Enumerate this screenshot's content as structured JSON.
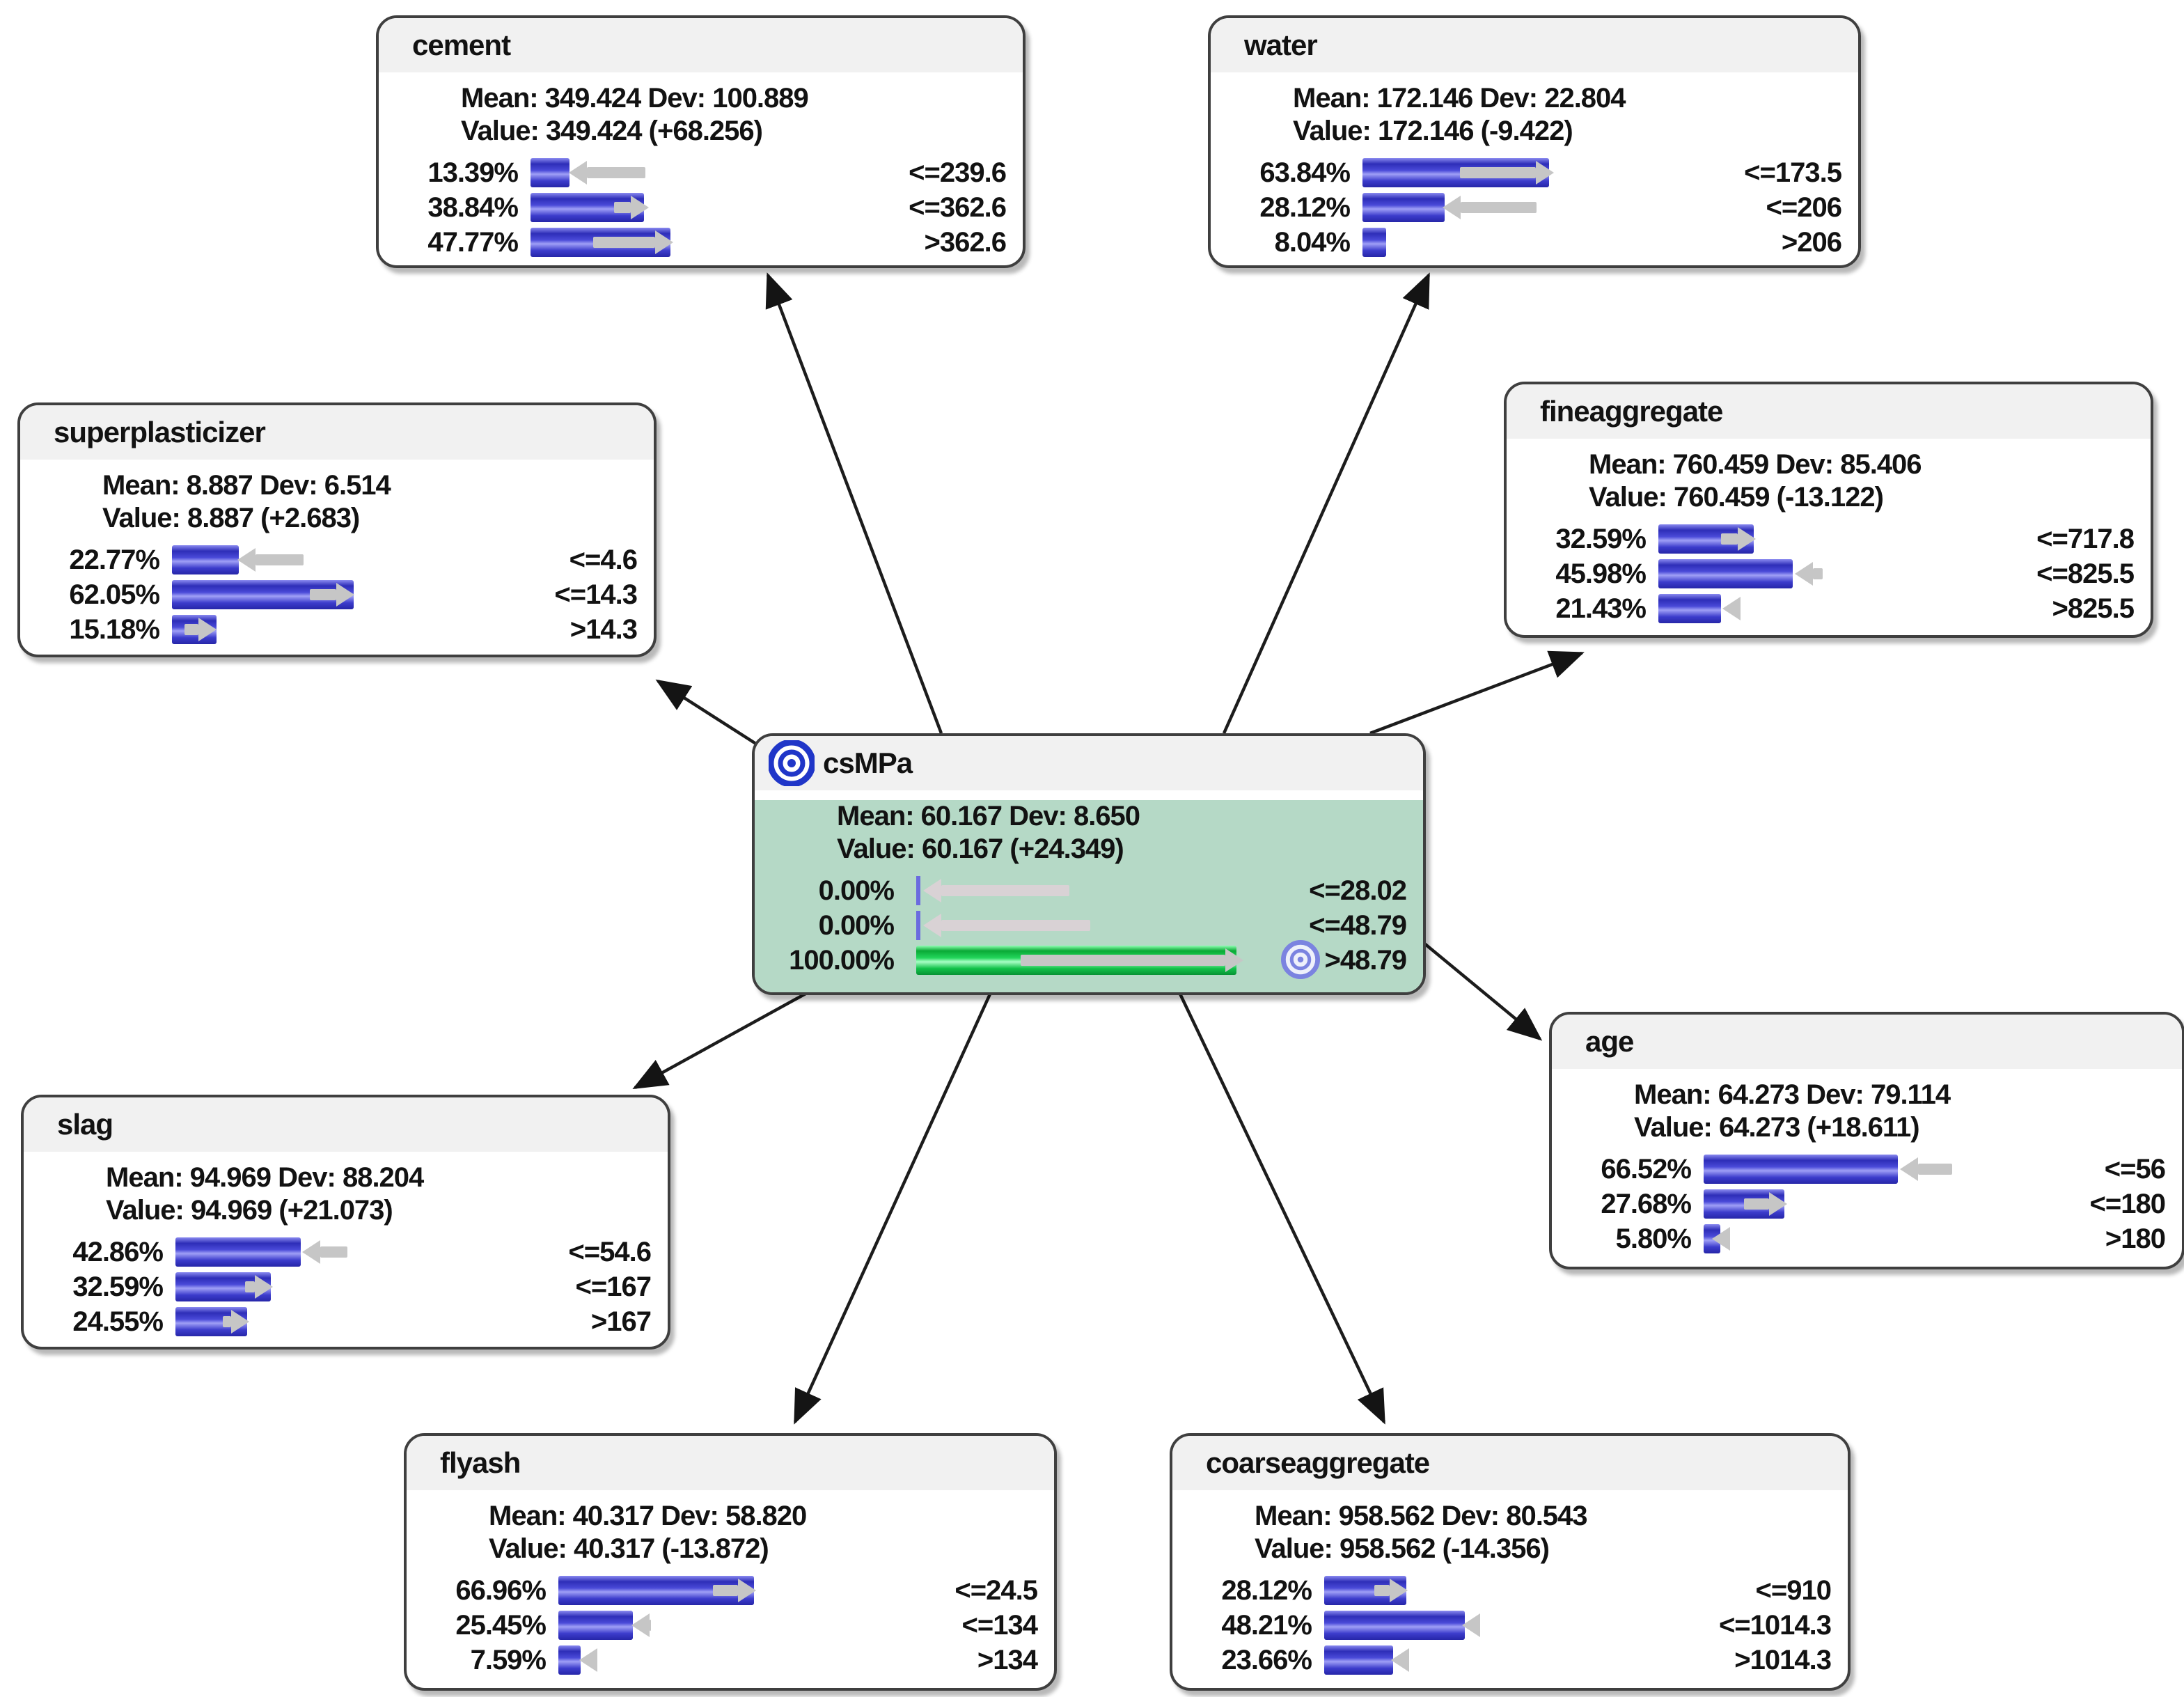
{
  "network": {
    "target_node": "csMPa",
    "nodes": [
      {
        "id": "cement",
        "title": "cement",
        "mean": 349.424,
        "dev": 100.889,
        "value": 349.424,
        "value_delta": "+68.256",
        "mean_line": "Mean: 349.424 Dev: 100.889",
        "value_line": "Value: 349.424 (+68.256)",
        "states": [
          {
            "pct": "13.39%",
            "pct_value": 13.39,
            "label": "<=239.6",
            "delta_arrow": {
              "dir": "left",
              "from": 55,
              "len": 110
            }
          },
          {
            "pct": "38.84%",
            "pct_value": 38.84,
            "label": "<=362.6",
            "delta_arrow": {
              "dir": "right",
              "from": 120,
              "len": 50
            }
          },
          {
            "pct": "47.77%",
            "pct_value": 47.77,
            "label": ">362.6",
            "delta_arrow": {
              "dir": "right",
              "from": 90,
              "len": 115
            }
          }
        ]
      },
      {
        "id": "water",
        "title": "water",
        "mean": 172.146,
        "dev": 22.804,
        "value": 172.146,
        "value_delta": "-9.422",
        "mean_line": "Mean: 172.146 Dev: 22.804",
        "value_line": "Value: 172.146 (-9.422)",
        "states": [
          {
            "pct": "63.84%",
            "pct_value": 63.84,
            "label": "<=173.5",
            "delta_arrow": {
              "dir": "right",
              "from": 140,
              "len": 135
            }
          },
          {
            "pct": "28.12%",
            "pct_value": 28.12,
            "label": "<=206",
            "delta_arrow": {
              "dir": "left",
              "from": 115,
              "len": 135
            }
          },
          {
            "pct": "8.04%",
            "pct_value": 8.04,
            "label": ">206",
            "delta_arrow": null
          }
        ]
      },
      {
        "id": "superplasticizer",
        "title": "superplasticizer",
        "mean": 8.887,
        "dev": 6.514,
        "value": 8.887,
        "value_delta": "+2.683",
        "mean_line": "Mean: 8.887 Dev: 6.514",
        "value_line": "Value: 8.887 (+2.683)",
        "states": [
          {
            "pct": "22.77%",
            "pct_value": 22.77,
            "label": "<=4.6",
            "delta_arrow": {
              "dir": "left",
              "from": 94,
              "len": 95
            }
          },
          {
            "pct": "62.05%",
            "pct_value": 62.05,
            "label": "<=14.3",
            "delta_arrow": {
              "dir": "right",
              "from": 198,
              "len": 64
            }
          },
          {
            "pct": "15.18%",
            "pct_value": 15.18,
            "label": ">14.3",
            "delta_arrow": {
              "dir": "right",
              "from": 18,
              "len": 46
            }
          }
        ]
      },
      {
        "id": "fineaggregate",
        "title": "fineaggregate",
        "mean": 760.459,
        "dev": 85.406,
        "value": 760.459,
        "value_delta": "-13.122",
        "mean_line": "Mean: 760.459 Dev: 85.406",
        "value_line": "Value: 760.459 (-13.122)",
        "states": [
          {
            "pct": "32.59%",
            "pct_value": 32.59,
            "label": "<=717.8",
            "delta_arrow": {
              "dir": "right",
              "from": 90,
              "len": 50
            }
          },
          {
            "pct": "45.98%",
            "pct_value": 45.98,
            "label": "<=825.5",
            "delta_arrow": {
              "dir": "left",
              "from": 196,
              "len": 40
            }
          },
          {
            "pct": "21.43%",
            "pct_value": 21.43,
            "label": ">825.5",
            "delta_arrow": {
              "dir": "left",
              "from": 92,
              "len": 22
            }
          }
        ]
      },
      {
        "id": "csMPa",
        "title": "csMPa",
        "is_target": true,
        "mean": 60.167,
        "dev": 8.65,
        "value": 60.167,
        "value_delta": "+24.349",
        "mean_line": "Mean: 60.167 Dev: 8.650",
        "value_line": "Value: 60.167 (+24.349)",
        "states": [
          {
            "pct": "0.00%",
            "pct_value": 0,
            "label": "<=28.02",
            "delta_arrow": {
              "dir": "left",
              "from": 10,
              "len": 210
            }
          },
          {
            "pct": "0.00%",
            "pct_value": 0,
            "label": "<=48.79",
            "delta_arrow": {
              "dir": "left",
              "from": 10,
              "len": 240
            }
          },
          {
            "pct": "100.00%",
            "pct_value": 100,
            "label": ">48.79",
            "icon": "target",
            "delta_arrow": {
              "dir": "right",
              "from": 150,
              "len": 320
            }
          }
        ]
      },
      {
        "id": "slag",
        "title": "slag",
        "mean": 94.969,
        "dev": 88.204,
        "value": 94.969,
        "value_delta": "+21.073",
        "mean_line": "Mean: 94.969 Dev: 88.204",
        "value_line": "Value: 94.969 (+21.073)",
        "states": [
          {
            "pct": "42.86%",
            "pct_value": 42.86,
            "label": "<=54.6",
            "delta_arrow": {
              "dir": "left",
              "from": 182,
              "len": 65
            }
          },
          {
            "pct": "32.59%",
            "pct_value": 32.59,
            "label": "<=167",
            "delta_arrow": {
              "dir": "right",
              "from": 100,
              "len": 40
            }
          },
          {
            "pct": "24.55%",
            "pct_value": 24.55,
            "label": ">167",
            "delta_arrow": {
              "dir": "right",
              "from": 68,
              "len": 38
            }
          }
        ]
      },
      {
        "id": "age",
        "title": "age",
        "mean": 64.273,
        "dev": 79.114,
        "value": 64.273,
        "value_delta": "+18.611",
        "mean_line": "Mean: 64.273 Dev: 79.114",
        "value_line": "Value: 64.273 (+18.611)",
        "states": [
          {
            "pct": "66.52%",
            "pct_value": 66.52,
            "label": "<=56",
            "delta_arrow": {
              "dir": "left",
              "from": 282,
              "len": 75
            }
          },
          {
            "pct": "27.68%",
            "pct_value": 27.68,
            "label": "<=180",
            "delta_arrow": {
              "dir": "right",
              "from": 58,
              "len": 62
            }
          },
          {
            "pct": "5.80%",
            "pct_value": 5.8,
            "label": ">180",
            "delta_arrow": {
              "dir": "left",
              "from": 12,
              "len": 14
            }
          }
        ]
      },
      {
        "id": "flyash",
        "title": "flyash",
        "mean": 40.317,
        "dev": 58.82,
        "value": 40.317,
        "value_delta": "-13.872",
        "mean_line": "Mean: 40.317 Dev: 58.820",
        "value_line": "Value: 40.317 (-13.872)",
        "states": [
          {
            "pct": "66.96%",
            "pct_value": 66.96,
            "label": "<=24.5",
            "delta_arrow": {
              "dir": "right",
              "from": 222,
              "len": 62
            }
          },
          {
            "pct": "25.45%",
            "pct_value": 25.45,
            "label": "<=134",
            "delta_arrow": {
              "dir": "left",
              "from": 105,
              "len": 28
            }
          },
          {
            "pct": "7.59%",
            "pct_value": 7.59,
            "label": ">134",
            "delta_arrow": {
              "dir": "left",
              "from": 30,
              "len": 20
            }
          }
        ]
      },
      {
        "id": "coarseaggregate",
        "title": "coarseaggregate",
        "mean": 958.562,
        "dev": 80.543,
        "value": 958.562,
        "value_delta": "-14.356",
        "mean_line": "Mean: 958.562 Dev: 80.543",
        "value_line": "Value: 958.562 (-14.356)",
        "states": [
          {
            "pct": "28.12%",
            "pct_value": 28.12,
            "label": "<=910",
            "delta_arrow": {
              "dir": "right",
              "from": 72,
              "len": 48
            }
          },
          {
            "pct": "48.21%",
            "pct_value": 48.21,
            "label": "<=1014.3",
            "delta_arrow": {
              "dir": "left",
              "from": 198,
              "len": 20
            }
          },
          {
            "pct": "23.66%",
            "pct_value": 23.66,
            "label": ">1014.3",
            "delta_arrow": {
              "dir": "left",
              "from": 96,
              "len": 24
            }
          }
        ]
      }
    ],
    "edges": [
      {
        "from": "csMPa",
        "to": "cement"
      },
      {
        "from": "csMPa",
        "to": "water"
      },
      {
        "from": "csMPa",
        "to": "superplasticizer"
      },
      {
        "from": "csMPa",
        "to": "fineaggregate"
      },
      {
        "from": "csMPa",
        "to": "slag"
      },
      {
        "from": "csMPa",
        "to": "age"
      },
      {
        "from": "csMPa",
        "to": "flyash"
      },
      {
        "from": "csMPa",
        "to": "coarseaggregate"
      }
    ],
    "colors": {
      "bar_blue": "#4a4ad8",
      "bar_green": "#23d65b",
      "target_body": "#b5d9c6",
      "header_bg": "#f1f1f1",
      "delta_arrow_gray": "#c6c6c6",
      "target_icon_blue": "#2036c8"
    }
  }
}
